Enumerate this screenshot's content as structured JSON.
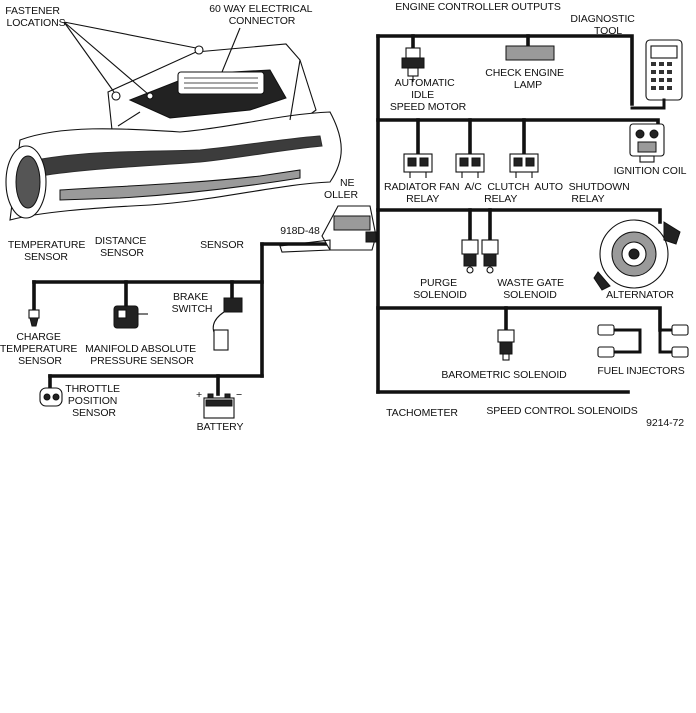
{
  "labels": {
    "fastener_locations": [
      "FASTENER",
      "LOCATIONS"
    ],
    "connector": [
      "60 WAY ELECTRICAL",
      "CONNECTOR"
    ],
    "outputs_title": "ENGINE CONTROLLER OUTPUTS",
    "diagnostic_tool": [
      "DIAGNOSTIC",
      "TOOL"
    ],
    "idle_motor": [
      "AUTOMATIC",
      "IDLE",
      "SPEED MOTOR"
    ],
    "check_engine": [
      "CHECK ENGINE",
      "LAMP"
    ],
    "ignition_coil": "IGNITION COIL",
    "relays_row1": "RADIATOR FAN  A/C  CLUTCH  AUTO  SHUTDOWN",
    "relays_row2": [
      "RELAY",
      "RELAY",
      "RELAY"
    ],
    "controller_partial": [
      "NE",
      "OLLER"
    ],
    "temperature_sensor": [
      "TEMPERATURE",
      "SENSOR"
    ],
    "distance_sensor": [
      "DISTANCE",
      "SENSOR"
    ],
    "sensor_partial": "SENSOR",
    "part_code": "918D-48",
    "purge": [
      "PURGE",
      "SOLENOID"
    ],
    "waste_gate": [
      "WASTE GATE",
      "SOLENOID"
    ],
    "alternator": "ALTERNATOR",
    "brake_switch": [
      "BRAKE",
      "SWITCH"
    ],
    "charge_temp": [
      "CHARGE",
      "TEMPERATURE",
      "SENSOR"
    ],
    "map_sensor": [
      "MANIFOLD ABSOLUTE",
      "PRESSURE SENSOR"
    ],
    "fuel_injectors": "FUEL INJECTORS",
    "barometric": "BAROMETRIC SOLENOID",
    "throttle": [
      "THROTTLE",
      "POSITION",
      "SENSOR"
    ],
    "battery": "BATTERY",
    "battery_plus": "+",
    "battery_minus": "−",
    "tachometer": "TACHOMETER",
    "speed_control": "SPEED CONTROL SOLENOIDS",
    "figure_code": "9214-72"
  }
}
